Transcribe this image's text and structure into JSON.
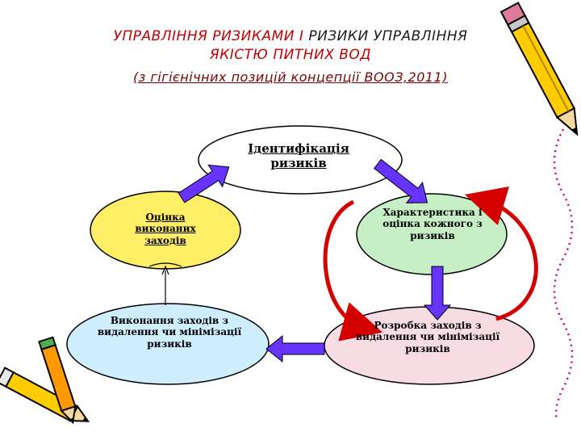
{
  "title": {
    "line1_part1": "УПРАВЛІННЯ РИЗИКАМИ І",
    "line1_part2": "РИЗИКИ УПРАВЛІННЯ",
    "line2": "ЯКІСТЮ ПИТНИХ ВОД",
    "line3": "(з гігієнічних позицій концепції ВООЗ,2011)"
  },
  "nodes": {
    "identification": "Ідентифікація ризиків",
    "evaluation": "Оцінка виконаних заходів",
    "characteristic": "Характеристика і оцінка кожного з ризиків",
    "execution": "Виконання заходів з видалення чи мінімізації ризиків",
    "development": "Розробка заходів з видалення чи мінімізації ризиків"
  },
  "colors": {
    "title_red": "#c00000",
    "arrow_purple": "#6633ff",
    "cycle_red": "#d40000",
    "node_yellow": "#ffee66",
    "node_green": "#c6efc6",
    "node_blue": "#cfeeff",
    "node_pink": "#f7dce4",
    "pencil_yellow": "#ffcc00"
  },
  "icons": [
    "pencil-icon",
    "crayon-icon"
  ]
}
